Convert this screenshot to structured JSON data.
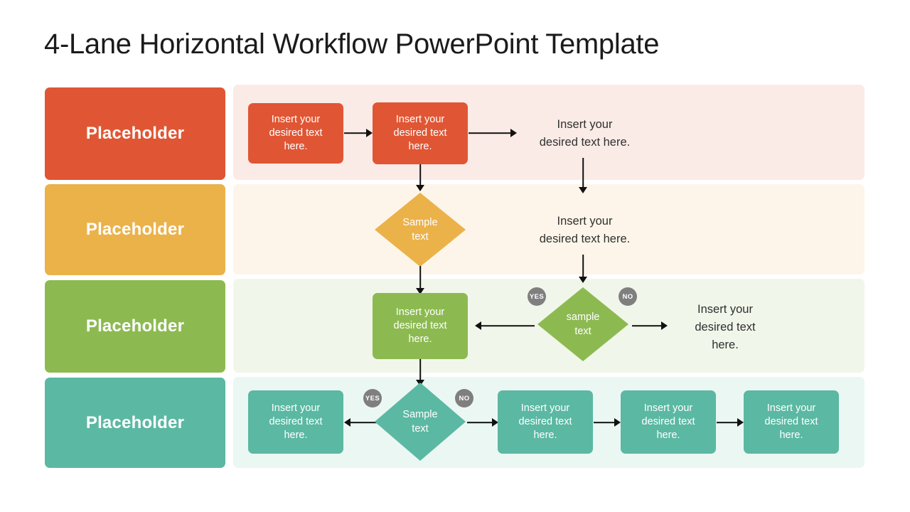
{
  "slide": {
    "title": "4-Lane Horizontal Workflow PowerPoint Template",
    "background": "#ffffff",
    "title_color": "#1b1b1b"
  },
  "palette": {
    "lane1": "#E25ron",
    "orange": "#E05634",
    "orange_bg": "#FBEBE7",
    "amber": "#EBB24A",
    "amber_bg": "#FDF5E9",
    "green": "#8CBA51",
    "green_bg": "#F1F6EA",
    "teal": "#5BB8A3",
    "teal_bg": "#EBF7F3",
    "badge_gray": "#7f7f7f",
    "arrow": "#111111",
    "text_dark": "#303030",
    "text_light": "#ffffff"
  },
  "lanes": [
    {
      "id": "lane-1",
      "label": "Placeholder",
      "color": "#E05634",
      "bg": "#FBEBE7",
      "nodes": [
        {
          "name": "process-box-1a",
          "text": "Insert your desired text here."
        },
        {
          "name": "process-box-1b",
          "text": "Insert your desired text here."
        },
        {
          "name": "plain-text-1",
          "text": "Insert your desired text here."
        }
      ]
    },
    {
      "id": "lane-2",
      "label": "Placeholder",
      "color": "#EBB24A",
      "bg": "#FDF5E9",
      "nodes": [
        {
          "name": "decision-diamond-2",
          "text": "Sample text"
        },
        {
          "name": "plain-text-2",
          "text": "Insert your desired text here."
        }
      ]
    },
    {
      "id": "lane-3",
      "label": "Placeholder",
      "color": "#8CBA51",
      "bg": "#F1F6EA",
      "nodes": [
        {
          "name": "process-box-3a",
          "text": "Insert your desired text here."
        },
        {
          "name": "decision-diamond-3",
          "text": "sample text"
        },
        {
          "name": "plain-text-3",
          "text": "Insert your desired text here."
        }
      ],
      "badges": [
        {
          "name": "yes-badge-3",
          "text": "YES"
        },
        {
          "name": "no-badge-3",
          "text": "NO"
        }
      ]
    },
    {
      "id": "lane-4",
      "label": "Placeholder",
      "color": "#5BB8A3",
      "bg": "#EBF7F3",
      "nodes": [
        {
          "name": "process-box-4a",
          "text": "Insert your desired text here."
        },
        {
          "name": "decision-diamond-4",
          "text": "Sample text"
        },
        {
          "name": "process-box-4b",
          "text": "Insert your desired text here."
        },
        {
          "name": "process-box-4c",
          "text": "Insert your desired text here."
        },
        {
          "name": "process-box-4d",
          "text": "Insert your desired text here."
        }
      ],
      "badges": [
        {
          "name": "yes-badge-4",
          "text": "YES"
        },
        {
          "name": "no-badge-4",
          "text": "NO"
        }
      ]
    }
  ],
  "diamond_labels": {
    "d2_line1": "Sample",
    "d2_line2": "text",
    "d3_line1": "sample",
    "d3_line2": "text",
    "d4_line1": "Sample",
    "d4_line2": "text"
  },
  "box_text": {
    "line1": "Insert your",
    "line2": "desired text",
    "line3": "here."
  },
  "plain_text_two_line": {
    "line1": "Insert your",
    "line2": "desired text here."
  }
}
